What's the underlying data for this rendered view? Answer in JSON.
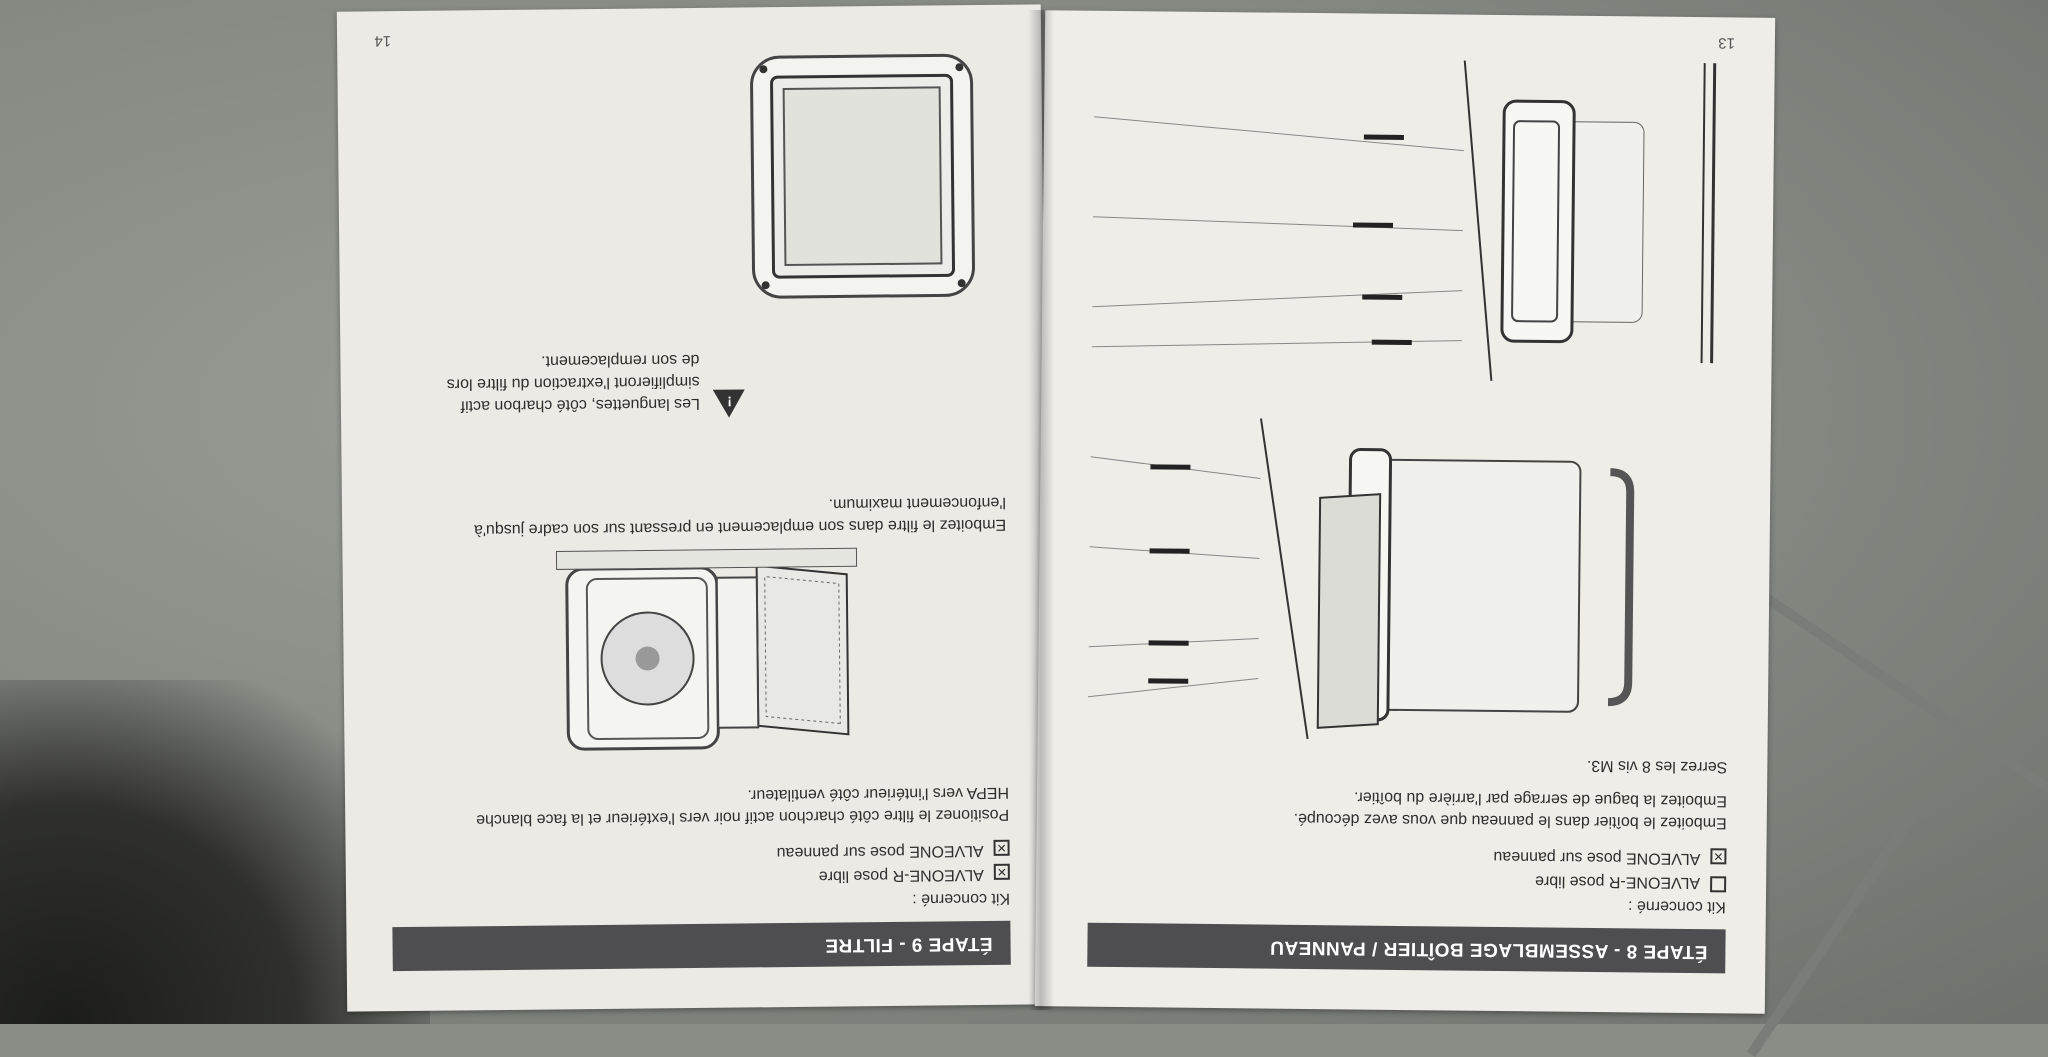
{
  "left_page": {
    "page_number": "14",
    "step_title": "ÉTAPE 9 - FILTRE",
    "kit_label": "Kit concerné :",
    "kit_options": [
      {
        "checked": true,
        "label": "ALVEONE-R pose libre"
      },
      {
        "checked": true,
        "label": "ALVEONE pose sur panneau"
      }
    ],
    "instruction_1": "Positionez le filtre côté charchon actif noir vers l'extérieur et la face blanche",
    "instruction_1b": "HEPA vers l'intérieur côté ventilateur.",
    "instruction_2": "Emboitez le filtre dans son emplacement en pressant sur son cadre jusqu'à",
    "instruction_2b": "l'enfoncement maximum.",
    "warning_line_1": "Les languettes, côté charbon actif",
    "warning_line_2": "simplifieront l'extraction du filtre lors",
    "warning_line_3": "de son remplacement."
  },
  "right_page": {
    "page_number": "13",
    "step_title": "ÉTAPE 8 - ASSEMBLAGE BOÎTIER / PANNEAU",
    "kit_label": "Kit concerné :",
    "kit_options": [
      {
        "checked": false,
        "label": "ALVEONE-R pose libre"
      },
      {
        "checked": true,
        "label": "ALVEONE pose sur panneau"
      }
    ],
    "instruction_1": "Emboitez le boîtier dans le panneau que vous avez découpé.",
    "instruction_2": "Emboitez la bague de serrage par l'arrière du boîtier.",
    "instruction_3": "Serrez les 8 vis M3."
  },
  "checkbox_marks": {
    "checked": "✕",
    "unchecked": ""
  }
}
